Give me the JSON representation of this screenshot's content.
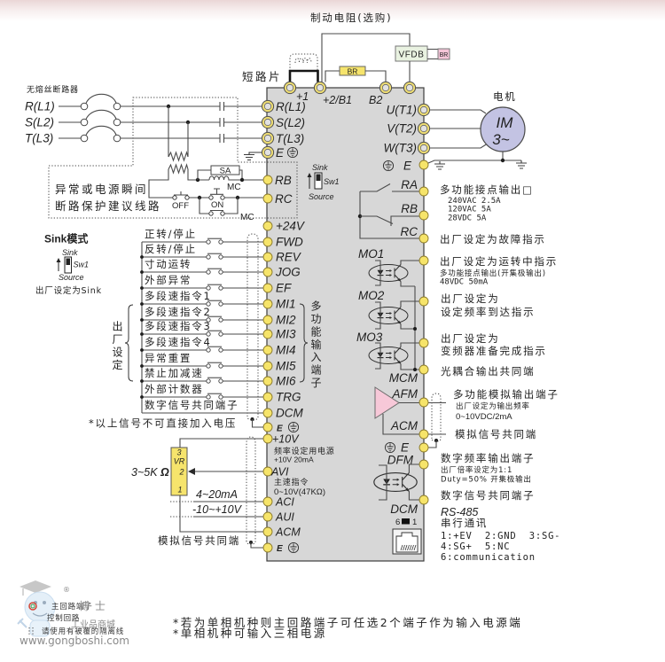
{
  "braking": {
    "title": "制动电阻(选购)",
    "jumper_label": "短路片",
    "br_label": "BR",
    "vfdb_label": "VFDB",
    "vfdb_br_label": "BR"
  },
  "power_input": {
    "breaker_label": "无熔丝断路器",
    "lines": [
      "R(L1)",
      "S(L2)",
      "T(L3)"
    ]
  },
  "protection_circuit": {
    "line1": "异常或电源瞬间",
    "line2": "断路保护建议线路",
    "surge_absorber": "SA",
    "coil_label": "MC",
    "off_label": "OFF",
    "on_label": "ON",
    "contact_label": "MC"
  },
  "drive": {
    "top_terminals": [
      "+1",
      "+2/B1",
      "B2"
    ],
    "input_terminals": [
      "R(L1)",
      "S(L2)",
      "T(L3)",
      "E"
    ],
    "output_terminals": [
      "U(T1)",
      "V(T2)",
      "W(T3)",
      "E"
    ],
    "relay_terminals": [
      "RA",
      "RB",
      "RC"
    ],
    "sw1": {
      "top": "Sink",
      "name": "Sw1",
      "bottom": "Source"
    }
  },
  "motor": {
    "label": "电机",
    "type": "IM",
    "phase": "3~"
  },
  "sink_mode": {
    "title": "Sink模式",
    "top": "Sink",
    "name": "Sw1",
    "bottom": "Source",
    "note": "出厂设定为Sink"
  },
  "digital_inputs": {
    "rows": [
      {
        "terminal": "+24V",
        "function": ""
      },
      {
        "terminal": "FWD",
        "function": "正转/停止"
      },
      {
        "terminal": "REV",
        "function": "反转/停止"
      },
      {
        "terminal": "JOG",
        "function": "寸动运转"
      },
      {
        "terminal": "EF",
        "function": "外部异常"
      },
      {
        "terminal": "MI1",
        "function": "多段速指令1"
      },
      {
        "terminal": "MI2",
        "function": "多段速指令2"
      },
      {
        "terminal": "MI3",
        "function": "多段速指令3"
      },
      {
        "terminal": "MI4",
        "function": "多段速指令4"
      },
      {
        "terminal": "MI5",
        "function": "异常重置"
      },
      {
        "terminal": "MI6",
        "function": "禁止加减速"
      },
      {
        "terminal": "TRG",
        "function": "外部计数器"
      },
      {
        "terminal": "DCM",
        "function": "数字信号共同端子"
      },
      {
        "terminal": "E",
        "function": ""
      }
    ],
    "factory_setting_label": "出厂设定",
    "multi_function_label": "多功能输入端子",
    "warning": "*以上信号不可直接加入电压"
  },
  "analog_inputs": {
    "terminals": [
      "+10V",
      "AVI",
      "ACI",
      "AUI",
      "ACM",
      "E"
    ],
    "plus10v_note": [
      "频率设定用电源",
      "+10V 20mA"
    ],
    "avi_note": [
      "主速指令",
      "0~10V(47KΩ)"
    ],
    "pot_range": "3~5K",
    "pot_unit": "Ω",
    "pot_pins": [
      "3",
      "VR",
      "2",
      "1"
    ],
    "aci_signal": "4~20mA",
    "aui_signal": "-10~+10V",
    "common_label": "模拟信号共同端"
  },
  "outputs": {
    "relay_title": "多功能接点输出□",
    "relay_ratings": [
      "240VAC 2.5A",
      "120VAC 5A",
      "28VDC 5A"
    ],
    "rc_desc": "出厂设定为故障指示",
    "mo_labels": [
      "MO1",
      "MO2",
      "MO3"
    ],
    "mo1_desc": [
      "出厂设定为运转中指示",
      "多功能接点输出(开集极输出)",
      "48VDC 50mA"
    ],
    "mo2_desc": [
      "出厂设定为",
      "设定频率到达指示"
    ],
    "mo3_desc": [
      "出厂设定为",
      "变频器准备完成指示"
    ],
    "mcm": {
      "label": "MCM",
      "desc": "光耦合输出共同端"
    },
    "afm": {
      "label": "AFM",
      "desc": [
        "多功能模拟输出端子",
        "出厂设定为输出频率",
        "0~10VDC/2mA"
      ]
    },
    "acm": {
      "label": "ACM",
      "desc": "模拟信号共同端"
    },
    "e_label": "E",
    "dfm": {
      "label": "DFM",
      "desc": [
        "数字频率输出端子",
        "出厂倍率设定为1:1",
        "Duty=50% 开集极输出"
      ]
    },
    "dcm": {
      "label": "DCM",
      "desc": "数字信号共同端子"
    }
  },
  "rs485": {
    "pin_left": "6",
    "pin_right": "1",
    "title": "RS-485",
    "subtitle": "串行通讯",
    "pins": [
      "1:+EV  2:GND  3:SG-",
      "4:SG+  5:NC",
      "6:communication"
    ]
  },
  "notes": [
    "*若为单相机种则主回路端子可任选2个端子作为输入电源端",
    "*单相机种可输入三相电源"
  ],
  "watermark": {
    "registered": "®",
    "brand": "博 士",
    "mall": "工业品商城",
    "url": "www.gongboshi.com",
    "legend": [
      "主回路端子",
      "控制回路",
      "请使用有被覆的隔离线"
    ]
  }
}
